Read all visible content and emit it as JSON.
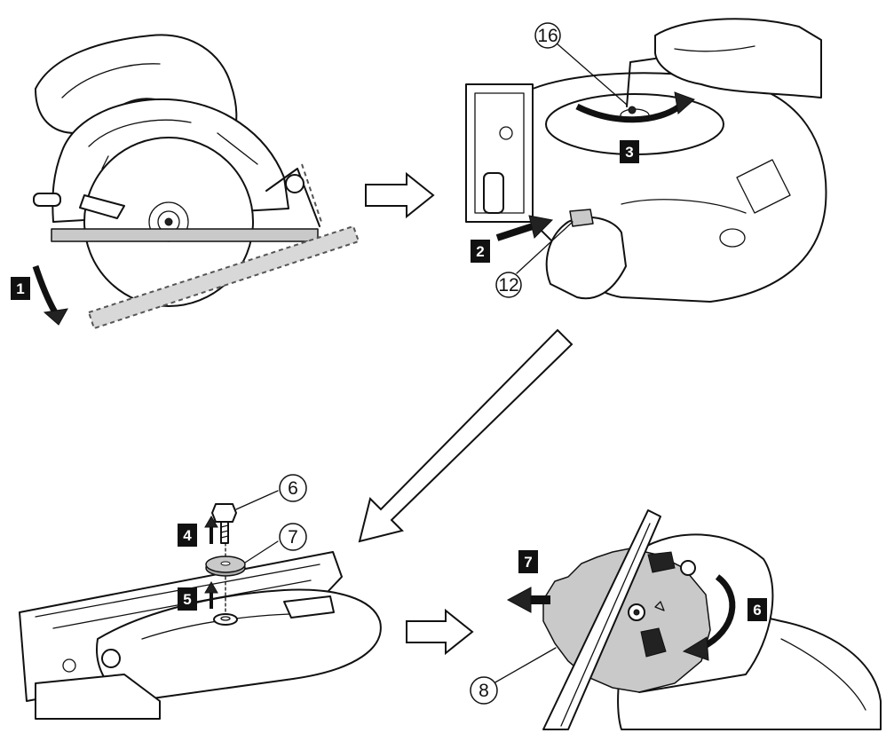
{
  "steps": {
    "s1": "1",
    "s2": "2",
    "s3": "3",
    "s4": "4",
    "s5": "5",
    "s6": "6",
    "s7": "7"
  },
  "callouts": {
    "c16": "16",
    "c12": "12",
    "c6": "6",
    "c7": "7",
    "c8": "8"
  },
  "colors": {
    "line": "#111111",
    "badge": "#111111",
    "blade_fill": "#c9c9c9",
    "base_plate": "#bdbdbd"
  }
}
